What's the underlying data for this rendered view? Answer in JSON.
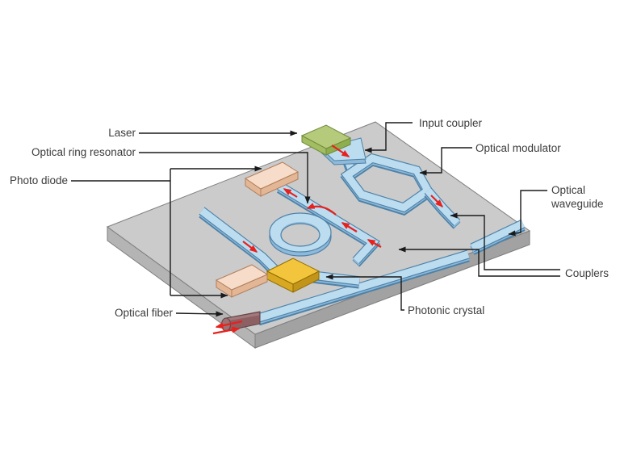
{
  "diagram": {
    "type": "photonic-integrated-circuit-3d-schematic",
    "labels": {
      "laser": "Laser",
      "optical_ring_resonator": "Optical ring resonator",
      "photo_diode": "Photo diode",
      "optical_fiber": "Optical fiber",
      "input_coupler": "Input coupler",
      "optical_modulator": "Optical modulator",
      "optical_waveguide_line1": "Optical",
      "optical_waveguide_line2": "waveguide",
      "couplers": "Couplers",
      "photonic_crystal": "Photonic crystal"
    },
    "colors": {
      "chip_top": "#cbcbcb",
      "chip_side_left": "#b4b4b4",
      "chip_side_right": "#a2a2a2",
      "chip_outline": "#7e7e7e",
      "waveguide_top": "#bcdcf0",
      "waveguide_side": "#8fb9d9",
      "waveguide_outline": "#4d82a8",
      "laser_top": "#b6ca7c",
      "laser_side_left": "#a3bd62",
      "laser_side_right": "#8fae4e",
      "laser_outline": "#708c3a",
      "photodiode_top": "#f7dcc9",
      "photodiode_side": "#e3b796",
      "photodiode_outline": "#b07f5d",
      "crystal_top": "#f2c53d",
      "crystal_side_left": "#d9a823",
      "crystal_side_right": "#c2951a",
      "crystal_outline": "#8f6c00",
      "fiber_body": "#8d6164",
      "fiber_top": "#a37a7c",
      "fiber_cap": "#9c7274",
      "fiber_outline": "#5f4043",
      "flow_arrow": "#e8211d",
      "connector": "#1a1a1a",
      "label_text": "#3c3c3c"
    }
  }
}
